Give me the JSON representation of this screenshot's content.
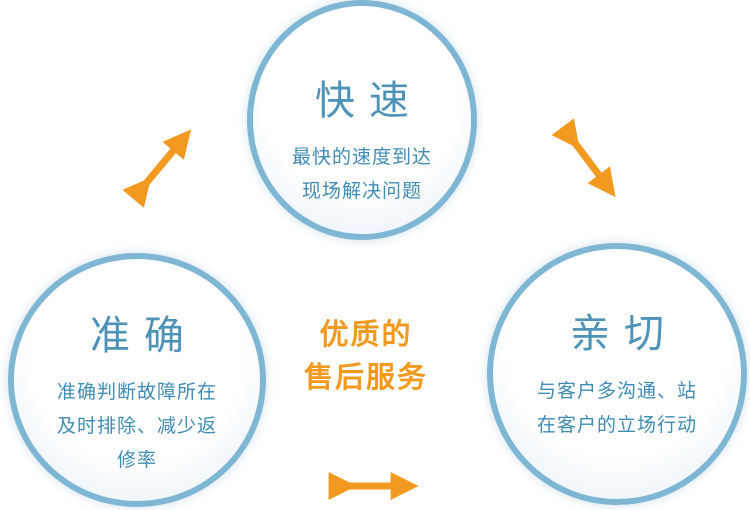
{
  "center": {
    "line1": "优质的",
    "line2": "售后服务"
  },
  "nodes": {
    "speed": {
      "title": "快速",
      "line1": "最快的速度到达",
      "line2": "现场解决问题"
    },
    "accurate": {
      "title": "准确",
      "line1": "准确判断故障所在",
      "line2": "及时排除、减少返",
      "line3": "修率"
    },
    "kind": {
      "title": "亲切",
      "line1": "与客户多沟通、站",
      "line2": "在客户的立场行动"
    }
  },
  "colors": {
    "circle_border": "#7fb6d3",
    "text_blue": "#3f8cb4",
    "arrow_orange": "#f29a1f"
  },
  "arrows": [
    {
      "name": "accurate-speed",
      "type": "double-headed"
    },
    {
      "name": "speed-kind",
      "type": "double-headed"
    },
    {
      "name": "accurate-kind",
      "type": "double-headed"
    }
  ]
}
